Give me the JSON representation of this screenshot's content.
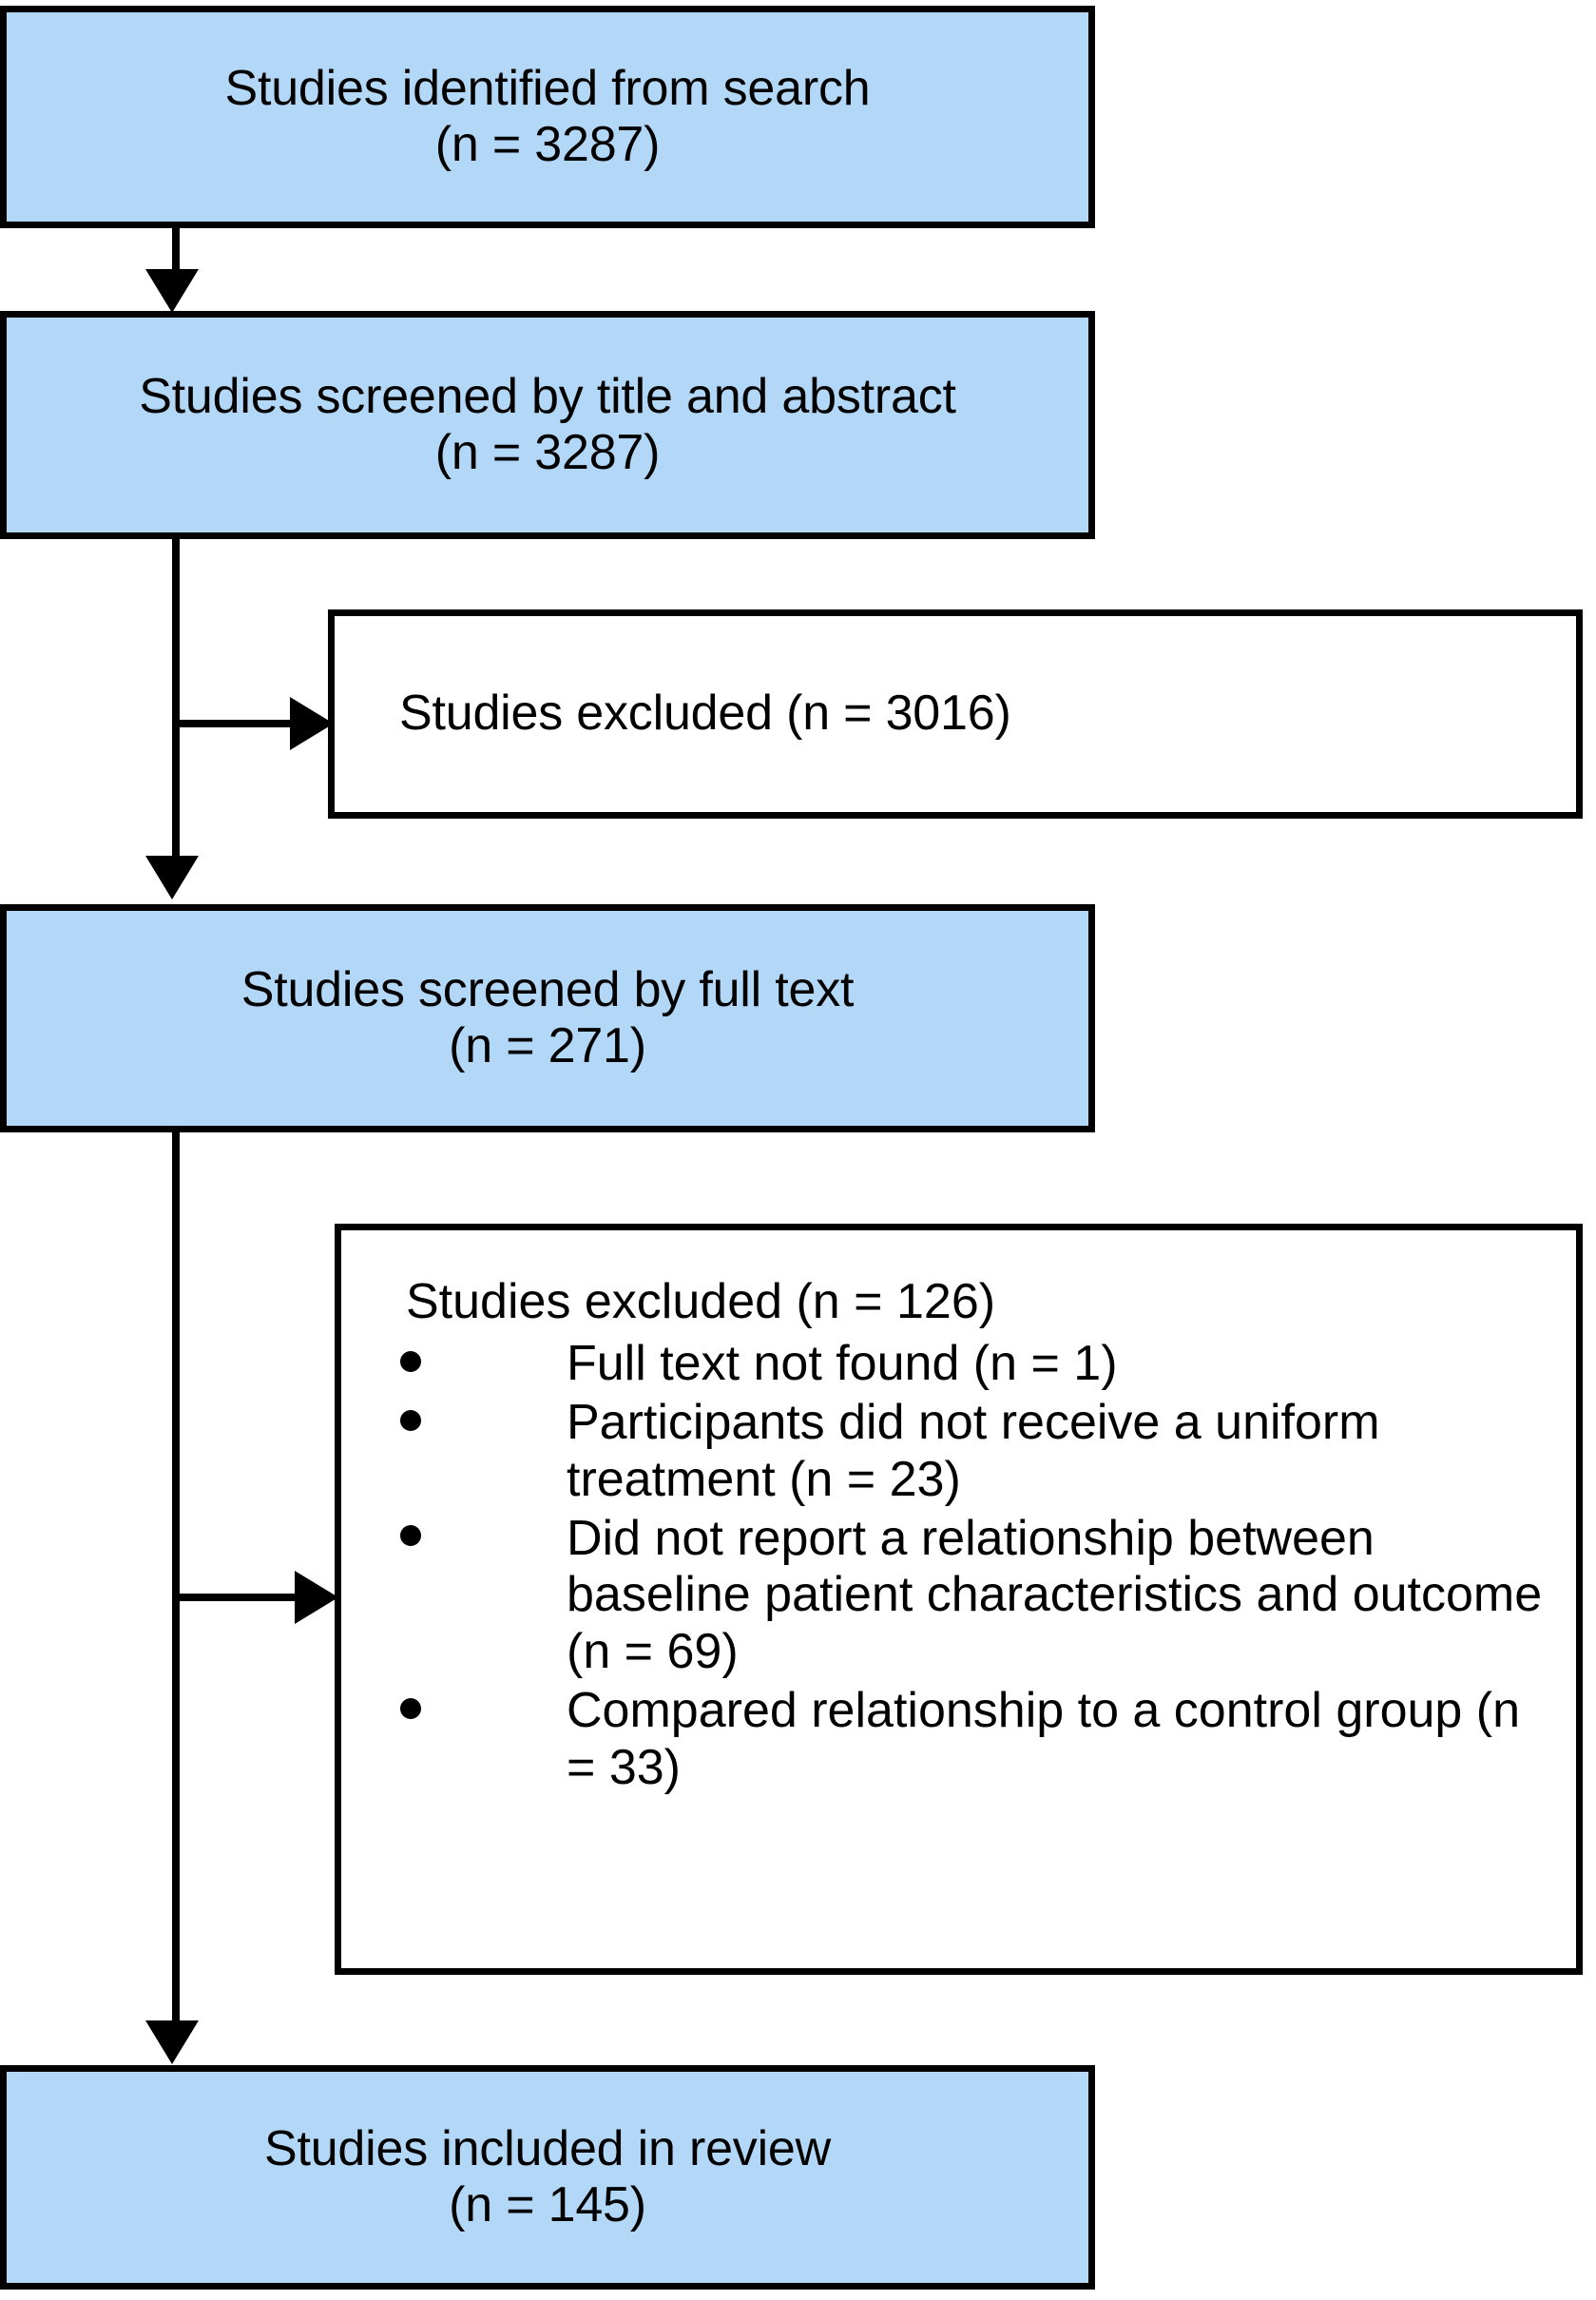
{
  "diagram": {
    "type": "prisma-flow-diagram",
    "colors": {
      "node_fill": "#b3d8f7",
      "node_fill_excluded": "#ffffff",
      "border": "#000000",
      "text": "#000000"
    },
    "nodes": {
      "identified": {
        "line1": "Studies identified from search",
        "line2": "(n = 3287)",
        "count": 3287
      },
      "screened_title_abstract": {
        "line1": "Studies screened by title and abstract",
        "line2": "(n = 3287)",
        "count": 3287
      },
      "excluded_title_abstract": {
        "line1": "Studies excluded (n = 3016)",
        "count": 3016
      },
      "screened_full_text": {
        "line1": "Studies screened by full text",
        "line2": "(n = 271)",
        "count": 271
      },
      "excluded_full_text": {
        "heading": "Studies excluded (n = 126)",
        "count": 126,
        "reasons": [
          {
            "text": "Full text not found (n = 1)",
            "count": 1
          },
          {
            "text": "Participants did not receive a uniform treatment (n = 23)",
            "count": 23
          },
          {
            "text": "Did not report a relationship between baseline patient characteristics and outcome (n = 69)",
            "count": 69
          },
          {
            "text": "Compared relationship to a control group (n = 33)",
            "count": 33
          }
        ]
      },
      "included": {
        "line1": "Studies included in review",
        "line2": "(n = 145)",
        "count": 145
      }
    }
  }
}
